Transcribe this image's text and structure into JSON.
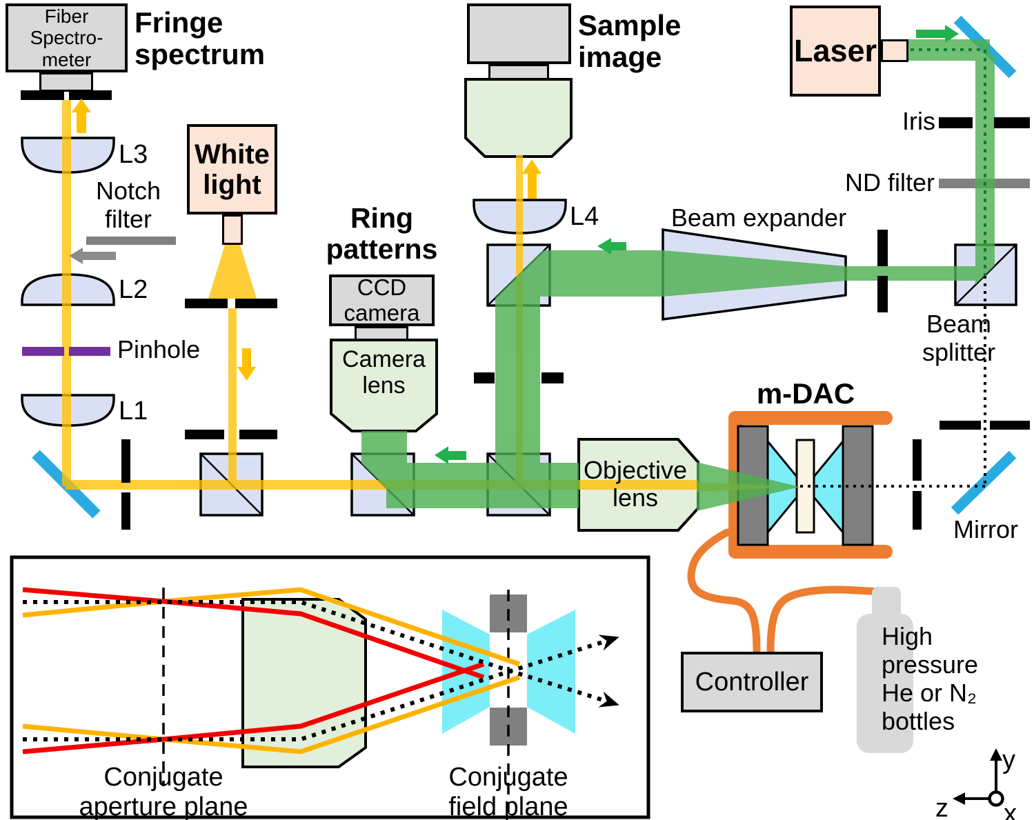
{
  "colors": {
    "beam_green": "#4CAF50",
    "beam_yellow": "#FFC000",
    "laser_dotted_green": "#0B7B3C",
    "mirror_blue": "#29ABE2",
    "pinhole_purple": "#7030A0",
    "mdac_orange": "#ED7D31",
    "anvil_cyan": "#7DEEF8",
    "gasket_cream": "#FDF5E3",
    "box_gray": "#D9D9D9",
    "box_peach": "#FCE4D6",
    "box_green": "#E2EFDA",
    "optic_blue": "#DAE0F3",
    "filter_gray": "#808080",
    "ray_red": "#F20000",
    "ray_orange": "#FFB300",
    "arrow_green": "#22B14C",
    "arrow_gray": "#8C8C8C"
  },
  "labels": {
    "fringe_spectrum": {
      "l1": "Fringe",
      "l2": "spectrum"
    },
    "fiber_spectrometer": {
      "l1": "Fiber",
      "l2": "Spectro-",
      "l3": "meter"
    },
    "l1": "L1",
    "l2": "L2",
    "l3": "L3",
    "l4": "L4",
    "notch_filter": {
      "l1": "Notch",
      "l2": "filter"
    },
    "pinhole": "Pinhole",
    "white_light": {
      "l1": "White",
      "l2": "light"
    },
    "ring_patterns": {
      "l1": "Ring",
      "l2": "patterns"
    },
    "ccd_camera": {
      "l1": "CCD",
      "l2": "camera"
    },
    "camera_lens": {
      "l1": "Camera",
      "l2": "lens"
    },
    "sample_image": {
      "l1": "Sample",
      "l2": "image"
    },
    "laser": "Laser",
    "iris": "Iris",
    "nd_filter": "ND filter",
    "beam_expander": "Beam expander",
    "beam_splitter": {
      "l1": "Beam",
      "l2": "splitter"
    },
    "objective_lens": {
      "l1": "Objective",
      "l2": "lens"
    },
    "mdac": "m-DAC",
    "mirror": "Mirror",
    "controller": "Controller",
    "gas_bottles": {
      "l1": "High",
      "l2": "pressure",
      "l3": "He or N₂",
      "l4": "bottles"
    },
    "conjugate_aperture_plane": {
      "l1": "Conjugate",
      "l2": "aperture plane"
    },
    "conjugate_field_plane": {
      "l1": "Conjugate",
      "l2": "field plane"
    },
    "axes": {
      "x": "x",
      "y": "y",
      "z": "z"
    }
  }
}
